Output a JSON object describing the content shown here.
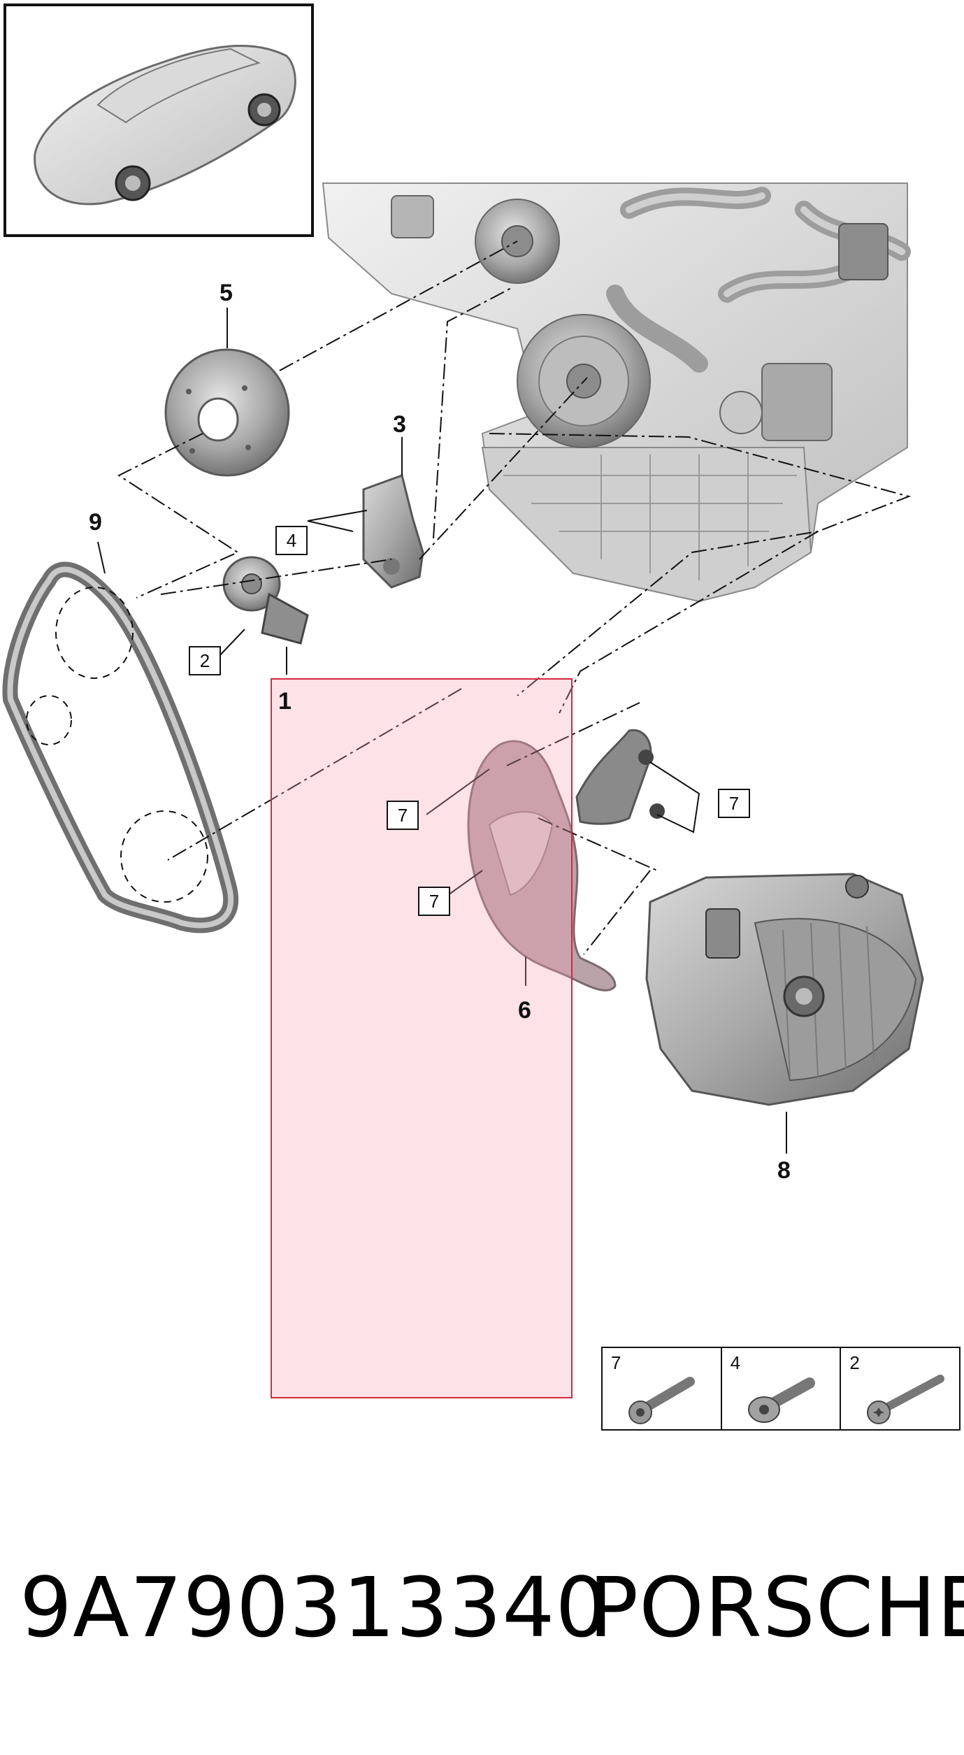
{
  "callouts": {
    "c1": "1",
    "c2": "2",
    "c3": "3",
    "c4": "4",
    "c5": "5",
    "c6": "6",
    "c7a": "7",
    "c7b": "7",
    "c7c": "7",
    "c8": "8",
    "c9": "9"
  },
  "legend": {
    "items": [
      {
        "label": "7",
        "icon": "hex-socket-bolt-icon"
      },
      {
        "label": "4",
        "icon": "flange-bolt-icon"
      },
      {
        "label": "2",
        "icon": "torx-bolt-icon"
      }
    ]
  },
  "footer": {
    "part_number": "9A790313340",
    "brand": "PORSCHE"
  },
  "colors": {
    "highlight_fill": "#f9a0b4",
    "highlight_border": "#d22a3c",
    "part_gray": "#8a8a8a",
    "line": "#111111"
  }
}
